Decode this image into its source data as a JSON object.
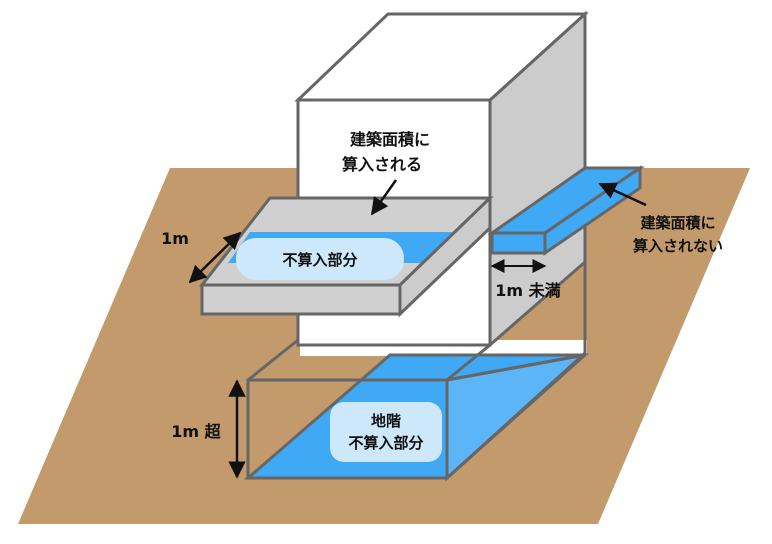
{
  "labels": {
    "included_line1": "建築面積に",
    "included_line2": "算入される",
    "excluded_line1": "建築面積に",
    "excluded_line2": "算入されない",
    "balcony_depth": "1m",
    "balcony_excluded": "不算入部分",
    "eave_depth": "1m 未満",
    "basement_height": "1m 超",
    "basement_line1": "地階",
    "basement_line2": "不算入部分"
  },
  "colors": {
    "ground": "#C39A6B",
    "wall_front": "#FFFFFF",
    "wall_side": "#CCCCCC",
    "slab_gray": "#D0D0D0",
    "highlight_blue": "#3FA9F5",
    "pill_fill": "#CDE8FA",
    "outline": "#666666"
  },
  "icons": {
    "arrow": "arrow-icon",
    "dimension": "double-arrow-icon"
  }
}
